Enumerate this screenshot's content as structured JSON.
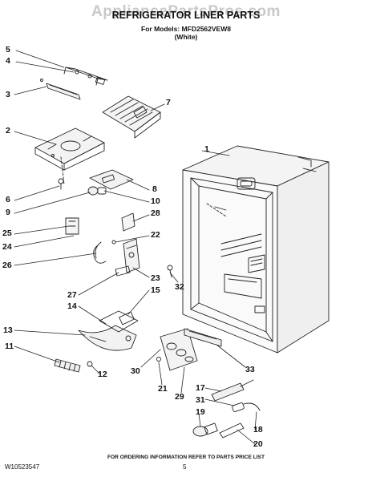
{
  "watermark": "AppliancePartsPros.com",
  "title": "REFRIGERATOR LINER PARTS",
  "models_line": "For Models: MFD2562VEW8",
  "color_line": "(White)",
  "callouts": [
    "1",
    "2",
    "3",
    "4",
    "5",
    "6",
    "7",
    "8",
    "9",
    "10",
    "11",
    "12",
    "13",
    "14",
    "15",
    "17",
    "18",
    "19",
    "20",
    "21",
    "22",
    "23",
    "24",
    "25",
    "26",
    "27",
    "28",
    "29",
    "30",
    "31",
    "32",
    "33"
  ],
  "footer_note": "FOR ORDERING INFORMATION REFER TO PARTS PRICE LIST",
  "doc_number": "W10523547",
  "page_number": "5"
}
